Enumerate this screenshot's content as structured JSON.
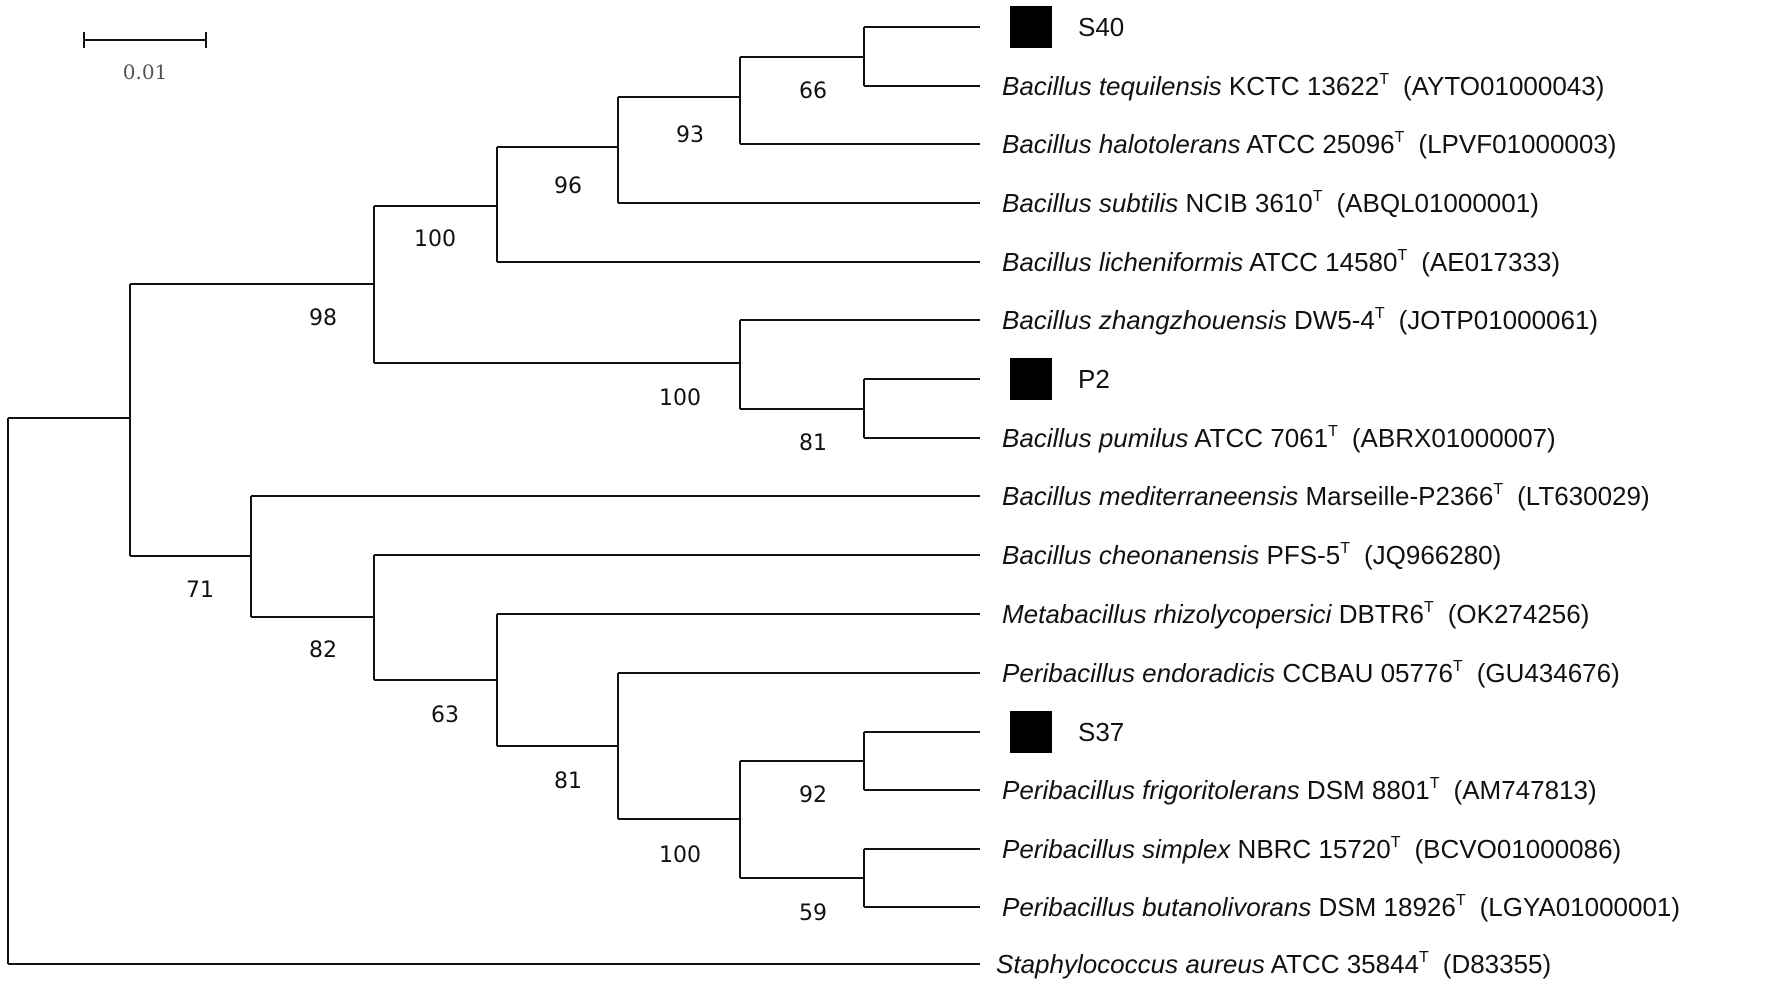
{
  "scale_bar": {
    "label": "0.01"
  },
  "taxa": [
    {
      "id": "s40",
      "genus_species": "",
      "strain": "",
      "type_mark": "",
      "accession": "",
      "isolate_label": "S40",
      "marked": true
    },
    {
      "id": "b-tequilensis",
      "genus_species": "Bacillus tequilensis",
      "strain": "KCTC 13622",
      "type_mark": "T",
      "accession": "(AYTO01000043)",
      "marked": false
    },
    {
      "id": "b-halotolerans",
      "genus_species": "Bacillus halotolerans",
      "strain": "ATCC 25096",
      "type_mark": "T",
      "accession": "(LPVF01000003)",
      "marked": false
    },
    {
      "id": "b-subtilis",
      "genus_species": "Bacillus subtilis",
      "strain": "NCIB 3610",
      "type_mark": "T",
      "accession": "(ABQL01000001)",
      "marked": false
    },
    {
      "id": "b-licheniformis",
      "genus_species": "Bacillus licheniformis",
      "strain": "ATCC 14580",
      "type_mark": "T",
      "accession": "(AE017333)",
      "marked": false
    },
    {
      "id": "b-zhangzhouensis",
      "genus_species": "Bacillus zhangzhouensis",
      "strain": "DW5-4",
      "type_mark": "T",
      "accession": "(JOTP01000061)",
      "marked": false
    },
    {
      "id": "p2",
      "genus_species": "",
      "strain": "",
      "type_mark": "",
      "accession": "",
      "isolate_label": "P2",
      "marked": true
    },
    {
      "id": "b-pumilus",
      "genus_species": "Bacillus pumilus",
      "strain": "ATCC 7061",
      "type_mark": "T",
      "accession": "(ABRX01000007)",
      "marked": false
    },
    {
      "id": "b-mediterraneensis",
      "genus_species": "Bacillus mediterraneensis",
      "strain": "Marseille-P2366",
      "type_mark": "T",
      "accession": "(LT630029)",
      "marked": false
    },
    {
      "id": "b-cheonanensis",
      "genus_species": "Bacillus cheonanensis",
      "strain": "PFS-5",
      "type_mark": "T",
      "accession": "(JQ966280)",
      "marked": false
    },
    {
      "id": "m-rhizolycopersici",
      "genus_species": "Metabacillus rhizolycopersici",
      "strain": "DBTR6",
      "type_mark": "T",
      "accession": "(OK274256)",
      "marked": false
    },
    {
      "id": "p-endoradicis",
      "genus_species": "Peribacillus endoradicis",
      "strain": "CCBAU 05776",
      "type_mark": "T",
      "accession": "(GU434676)",
      "marked": false
    },
    {
      "id": "s37",
      "genus_species": "",
      "strain": "",
      "type_mark": "",
      "accession": "",
      "isolate_label": "S37",
      "marked": true
    },
    {
      "id": "p-frigoritolerans",
      "genus_species": "Peribacillus frigoritolerans",
      "strain": "DSM 8801",
      "type_mark": "T",
      "accession": "(AM747813)",
      "marked": false
    },
    {
      "id": "p-simplex",
      "genus_species": "Peribacillus simplex",
      "strain": "NBRC 15720",
      "type_mark": "T",
      "accession": "(BCVO01000086)",
      "marked": false
    },
    {
      "id": "p-butanolivorans",
      "genus_species": "Peribacillus butanolivorans",
      "strain": "DSM 18926",
      "type_mark": "T",
      "accession": "(LGYA01000001)",
      "marked": false
    },
    {
      "id": "s-aureus",
      "genus_species": "Staphylococcus aureus",
      "strain": "ATCC 35844",
      "type_mark": "T",
      "accession": "(D83355)",
      "marked": false
    }
  ],
  "bootstrap_values": [
    {
      "id": "bs-66",
      "value": "66"
    },
    {
      "id": "bs-93",
      "value": "93"
    },
    {
      "id": "bs-96",
      "value": "96"
    },
    {
      "id": "bs-100a",
      "value": "100"
    },
    {
      "id": "bs-98",
      "value": "98"
    },
    {
      "id": "bs-100b",
      "value": "100"
    },
    {
      "id": "bs-81a",
      "value": "81"
    },
    {
      "id": "bs-71",
      "value": "71"
    },
    {
      "id": "bs-82",
      "value": "82"
    },
    {
      "id": "bs-63",
      "value": "63"
    },
    {
      "id": "bs-81b",
      "value": "81"
    },
    {
      "id": "bs-92",
      "value": "92"
    },
    {
      "id": "bs-100c",
      "value": "100"
    },
    {
      "id": "bs-59",
      "value": "59"
    }
  ]
}
